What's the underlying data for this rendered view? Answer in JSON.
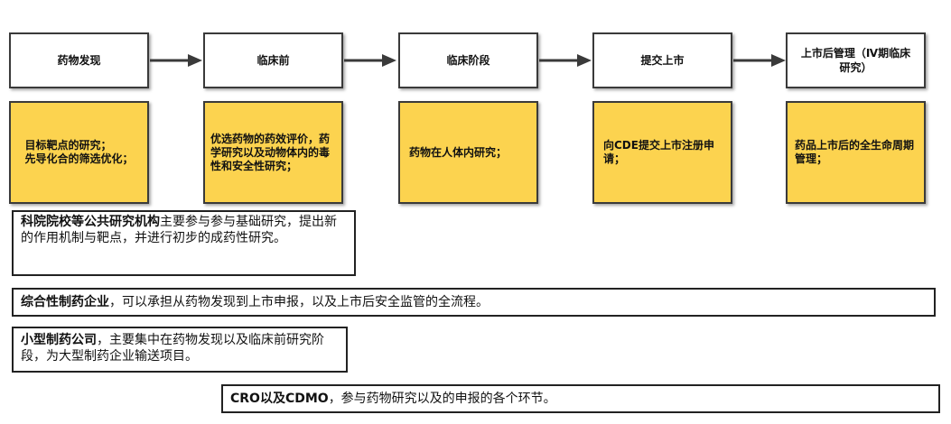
{
  "stages": [
    {
      "label": "药物发现"
    },
    {
      "label": "临床前"
    },
    {
      "label": "临床阶段"
    },
    {
      "label": "提交上市"
    },
    {
      "label": "上市后管理（Ⅳ期临床研究）"
    }
  ],
  "descriptions": [
    {
      "text": "目标靶点的研究；\n先导化合的筛选优化；"
    },
    {
      "text": "优选药物的药效评价，药学研究以及动物体内的毒性和安全性研究；"
    },
    {
      "text": "药物在人体内研究；"
    },
    {
      "text": "向CDE提交上市注册申请；"
    },
    {
      "text": "药品上市后的全生命周期管理；"
    }
  ],
  "notes": [
    {
      "entity": "科院院校等公共研究机构",
      "text": "主要参与参与基础研究，提出新的作用机制与靶点，并进行初步的成药性研究。"
    },
    {
      "entity": "综合性制药企业",
      "text": "，可以承担从药物发现到上市申报，以及上市后安全监管的全流程。"
    },
    {
      "entity": "小型制药公司",
      "text": "，主要集中在药物发现以及临床前研究阶段，为大型制药企业输送项目。"
    },
    {
      "entity": "CRO以及CDMO",
      "text": "，参与药物研究以及的申报的各个环节。"
    }
  ]
}
